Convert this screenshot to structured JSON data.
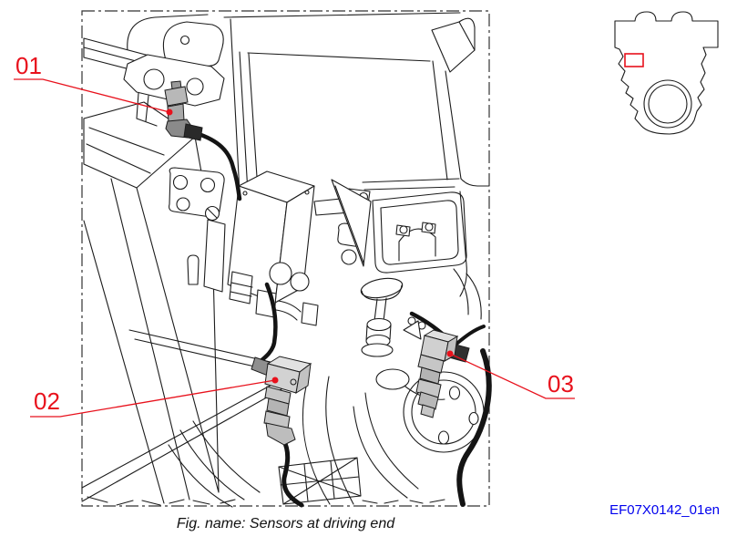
{
  "figure": {
    "caption": "Fig. name: Sensors at driving end",
    "reference_code": "EF07X0142_01en"
  },
  "callouts": [
    {
      "label": "01"
    },
    {
      "label": "02"
    },
    {
      "label": "03"
    }
  ],
  "colors": {
    "callout_red": "#e8111c",
    "reference_blue": "#0000ee",
    "line_black": "#1c1c1c",
    "sensor_gray_light": "#d6d6d6",
    "sensor_gray_dark": "#b0b0b0",
    "background": "#ffffff"
  }
}
